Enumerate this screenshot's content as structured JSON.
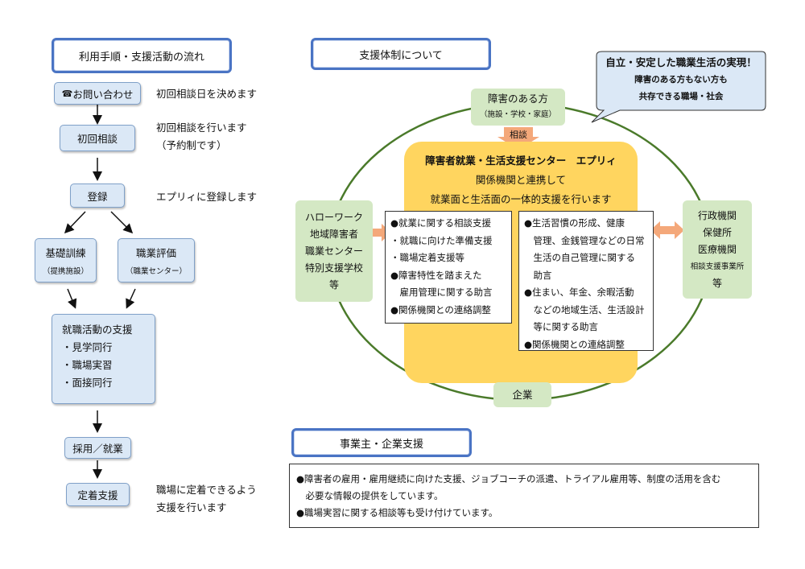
{
  "headers": {
    "flow": "利用手順・支援活動の流れ",
    "support": "支援体制について",
    "employer": "事業主・企業支援"
  },
  "flow": {
    "inquiry": {
      "icon": "☎",
      "label": "お問い合わせ",
      "note": "初回相談日を決めます"
    },
    "first": {
      "label": "初回相談",
      "note1": "初回相談を行います",
      "note2": "（予約制です）"
    },
    "register": {
      "label": "登録",
      "note": "エプリィに登録します"
    },
    "basic": {
      "label": "基礎訓練",
      "sub": "（提携施設）"
    },
    "eval": {
      "label": "職業評価",
      "sub": "（職業センター）"
    },
    "jobhunt": {
      "title": "就職活動の支援",
      "items": [
        "・見学同行",
        "・職場実習",
        "・面接同行"
      ]
    },
    "hire": {
      "label": "採用／就業"
    },
    "settle": {
      "label": "定着支援",
      "note1": "職場に定着できるよう",
      "note2": "支援を行います"
    }
  },
  "callout": {
    "line1": "自立・安定した職業生活の実現！",
    "line2": "障害のある方もない方も",
    "line3": "共存できる職場・社会"
  },
  "support": {
    "person": {
      "label": "障害のある方",
      "sub": "（施設・学校・家庭）"
    },
    "consult": "相談",
    "center": {
      "title": "障害者就業・生活支援センター　エプリィ",
      "line1": "関係機関と連携して",
      "line2": "就業面と生活面の一体的支援を行います"
    },
    "left_list": [
      "●就業に関する相談支援",
      "・就職に向けた準備支援",
      "・職場定着支援等",
      "●障害特性を踏まえた",
      "　雇用管理に関する助言",
      "●関係機関との連絡調整"
    ],
    "right_list": [
      "●生活習慣の形成、健康",
      "　管理、金銭管理などの日常",
      "　生活の自己管理に関する",
      "　助言",
      "●住まい、年金、余暇活動",
      "　などの地域生活、生活設計",
      "　等に関する助言",
      "●関係機関との連絡調整"
    ],
    "left_org": [
      "ハローワーク",
      "地域障害者",
      "職業センター",
      "特別支援学校",
      "等"
    ],
    "right_org": [
      "行政機関",
      "保健所",
      "医療機関",
      "相談支援事業所",
      "等"
    ],
    "company": "企業"
  },
  "employer": {
    "line1": "●障害者の雇用・雇用継続に向けた支援、ジョブコーチの派遣、トライアル雇用等、制度の活用を含む",
    "line2": "　必要な情報の提供をしています。",
    "line3": "●職場実習に関する相談等も受け付けています。"
  },
  "colors": {
    "header_border": "#4a74c4",
    "flow_box": "#dbe8f6",
    "green_box": "#d4e8c4",
    "center_yellow": "#ffd55f",
    "ellipse": "#4a7a2a",
    "arrow_orange": "#f4a87a",
    "callout_bg": "#dbe8f6"
  }
}
